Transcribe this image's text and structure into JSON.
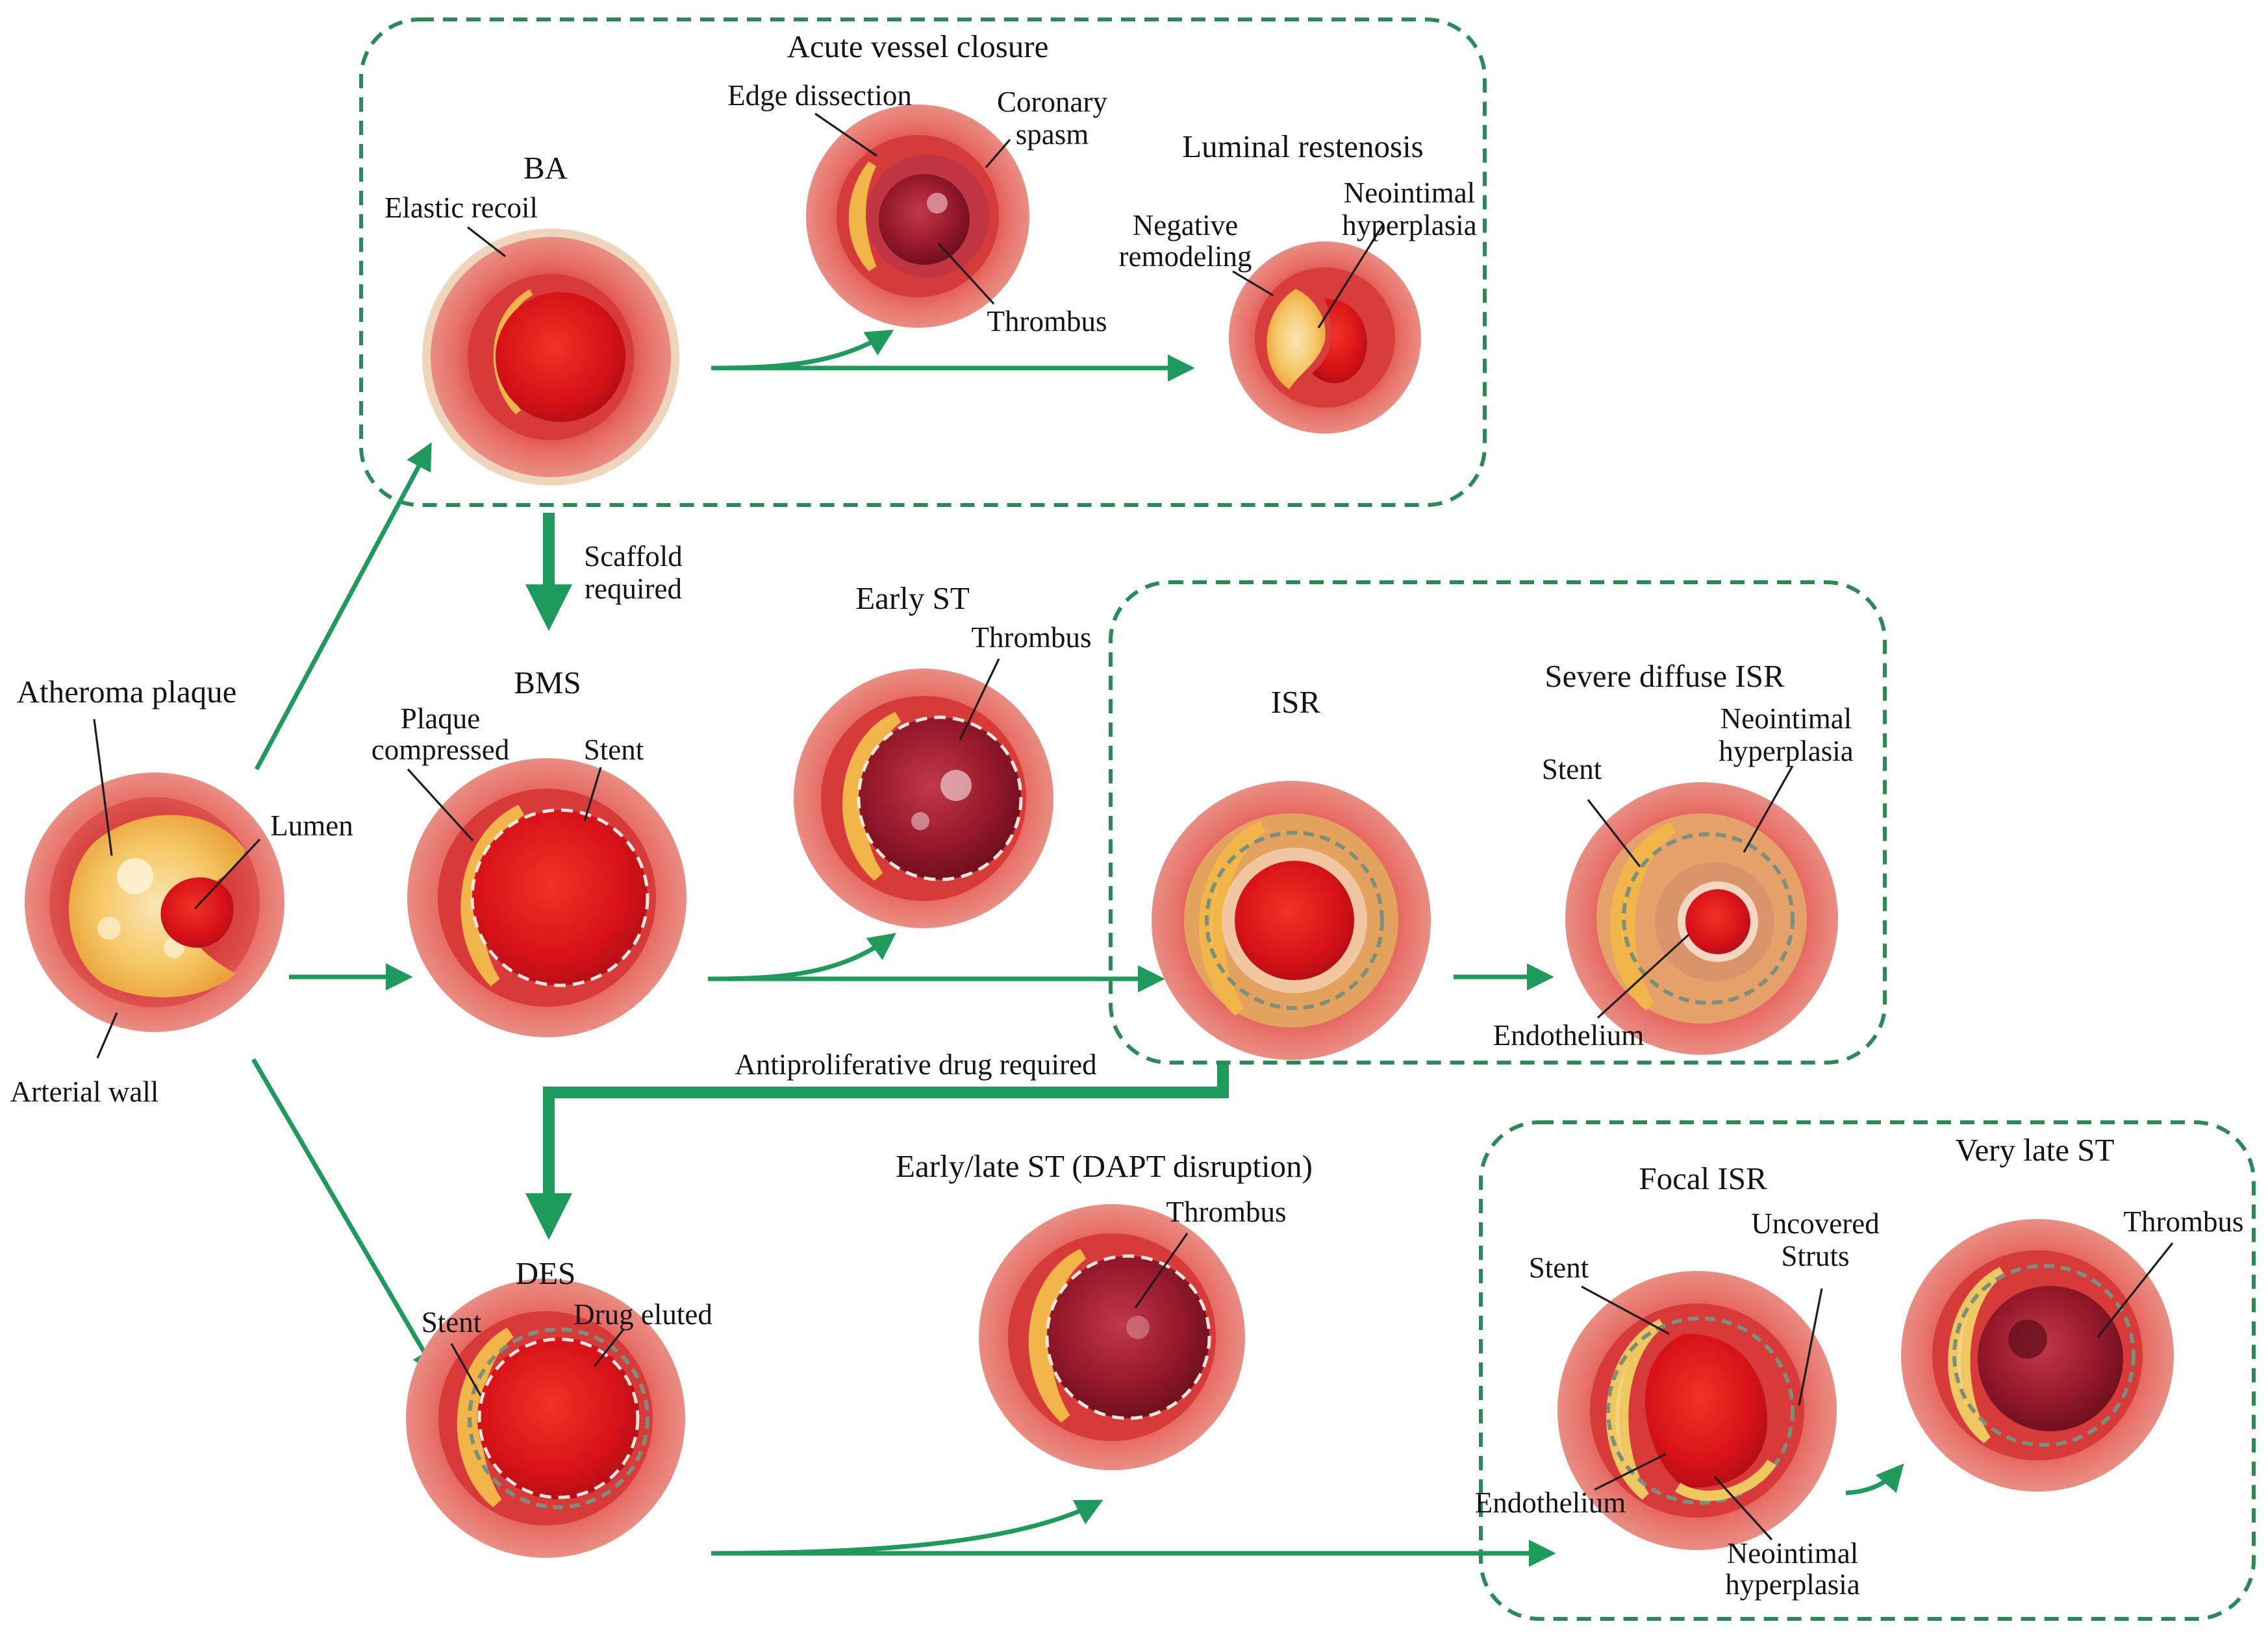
{
  "colors": {
    "arrow": "#1f9a5d",
    "group_border": "#2a8a55",
    "outer_wall": "#e46e68",
    "inner_wall": "#d93d3c",
    "lumen": "#d9141a",
    "plaque": "#f2b549",
    "thrombus": "#8e1524",
    "text": "#141414"
  },
  "icons": [
    "artery-cross-section-icon",
    "arrow-icon"
  ],
  "groups": {
    "acute_vessel_closure": "Acute vessel closure",
    "luminal_restenosis": "Luminal restenosis"
  },
  "nodes": {
    "atheroma": {
      "title": "Atheroma plaque",
      "labels": {
        "lumen": "Lumen",
        "arterial_wall": "Arterial wall"
      }
    },
    "ba": {
      "title": "BA",
      "labels": {
        "elastic_recoil": "Elastic recoil"
      }
    },
    "acute_closure": {
      "labels": {
        "edge_dissection": "Edge dissection",
        "coronary_spasm_1": "Coronary",
        "coronary_spasm_2": "spasm",
        "thrombus": "Thrombus"
      }
    },
    "restenosis": {
      "labels": {
        "negative_remodeling_1": "Negative",
        "negative_remodeling_2": "remodeling",
        "neointimal_1": "Neointimal",
        "neointimal_2": "hyperplasia"
      }
    },
    "bms": {
      "title": "BMS",
      "labels": {
        "plaque_compressed_1": "Plaque",
        "plaque_compressed_2": "compressed",
        "stent": "Stent"
      }
    },
    "early_st": {
      "title": "Early ST",
      "labels": {
        "thrombus": "Thrombus"
      }
    },
    "isr": {
      "title": "ISR"
    },
    "severe_isr": {
      "title": "Severe diffuse ISR",
      "labels": {
        "stent": "Stent",
        "neointimal_1": "Neointimal",
        "neointimal_2": "hyperplasia",
        "endothelium": "Endothelium"
      }
    },
    "des": {
      "title": "DES",
      "labels": {
        "stent": "Stent",
        "drug_eluted": "Drug eluted"
      }
    },
    "late_st": {
      "title": "Early/late ST (DAPT disruption)",
      "labels": {
        "thrombus": "Thrombus"
      }
    },
    "focal_isr": {
      "title": "Focal ISR",
      "labels": {
        "stent": "Stent",
        "uncovered_1": "Uncovered",
        "uncovered_2": "Struts",
        "endothelium": "Endothelium",
        "neointimal_1": "Neointimal",
        "neointimal_2": "hyperplasia"
      }
    },
    "very_late_st": {
      "title": "Very late ST",
      "labels": {
        "thrombus": "Thrombus"
      }
    }
  },
  "edges": {
    "scaffold_1": "Scaffold",
    "scaffold_2": "required",
    "antiproliferative": "Antiproliferative drug required"
  }
}
